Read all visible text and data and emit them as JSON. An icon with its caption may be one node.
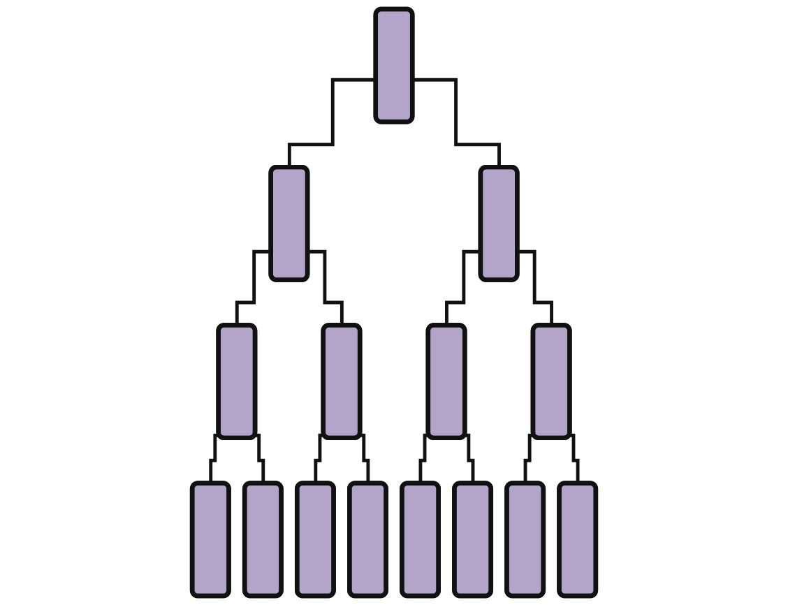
{
  "diagram": {
    "nodes": [
      {
        "text": [],
        "shape": "box"
      },
      {
        "text": [],
        "shape": "box"
      },
      {
        "text": [],
        "shape": "box"
      },
      {
        "text": [],
        "shape": "box"
      },
      {
        "text": [],
        "shape": "box"
      },
      {
        "text": [],
        "shape": "box"
      },
      {
        "text": [],
        "shape": "box"
      },
      {
        "text": [],
        "shape": "box"
      },
      {
        "text": [],
        "shape": "box"
      },
      {
        "text": [],
        "shape": "box"
      },
      {
        "text": [],
        "shape": "box"
      },
      {
        "text": [],
        "shape": "box"
      },
      {
        "text": [],
        "shape": "box"
      },
      {
        "text": [],
        "shape": "box"
      },
      {
        "text": [],
        "shape": "box"
      }
    ],
    "edges": [
      {
        "from": 0,
        "to": 1,
        "arrow": "none"
      },
      {
        "from": 0,
        "to": 2,
        "arrow": "none"
      },
      {
        "from": 1,
        "to": 3,
        "arrow": "none"
      },
      {
        "from": 1,
        "to": 4,
        "arrow": "none"
      },
      {
        "from": 2,
        "to": 5,
        "arrow": "none"
      },
      {
        "from": 2,
        "to": 6,
        "arrow": "none"
      },
      {
        "from": 3,
        "to": 7,
        "arrow": "none"
      },
      {
        "from": 3,
        "to": 8,
        "arrow": "none"
      },
      {
        "from": 4,
        "to": 9,
        "arrow": "none"
      },
      {
        "from": 4,
        "to": 10,
        "arrow": "none"
      },
      {
        "from": 5,
        "to": 11,
        "arrow": "none"
      },
      {
        "from": 5,
        "to": 12,
        "arrow": "none"
      },
      {
        "from": 6,
        "to": 13,
        "arrow": "none"
      },
      {
        "from": 6,
        "to": 14,
        "arrow": "none"
      }
    ]
  }
}
